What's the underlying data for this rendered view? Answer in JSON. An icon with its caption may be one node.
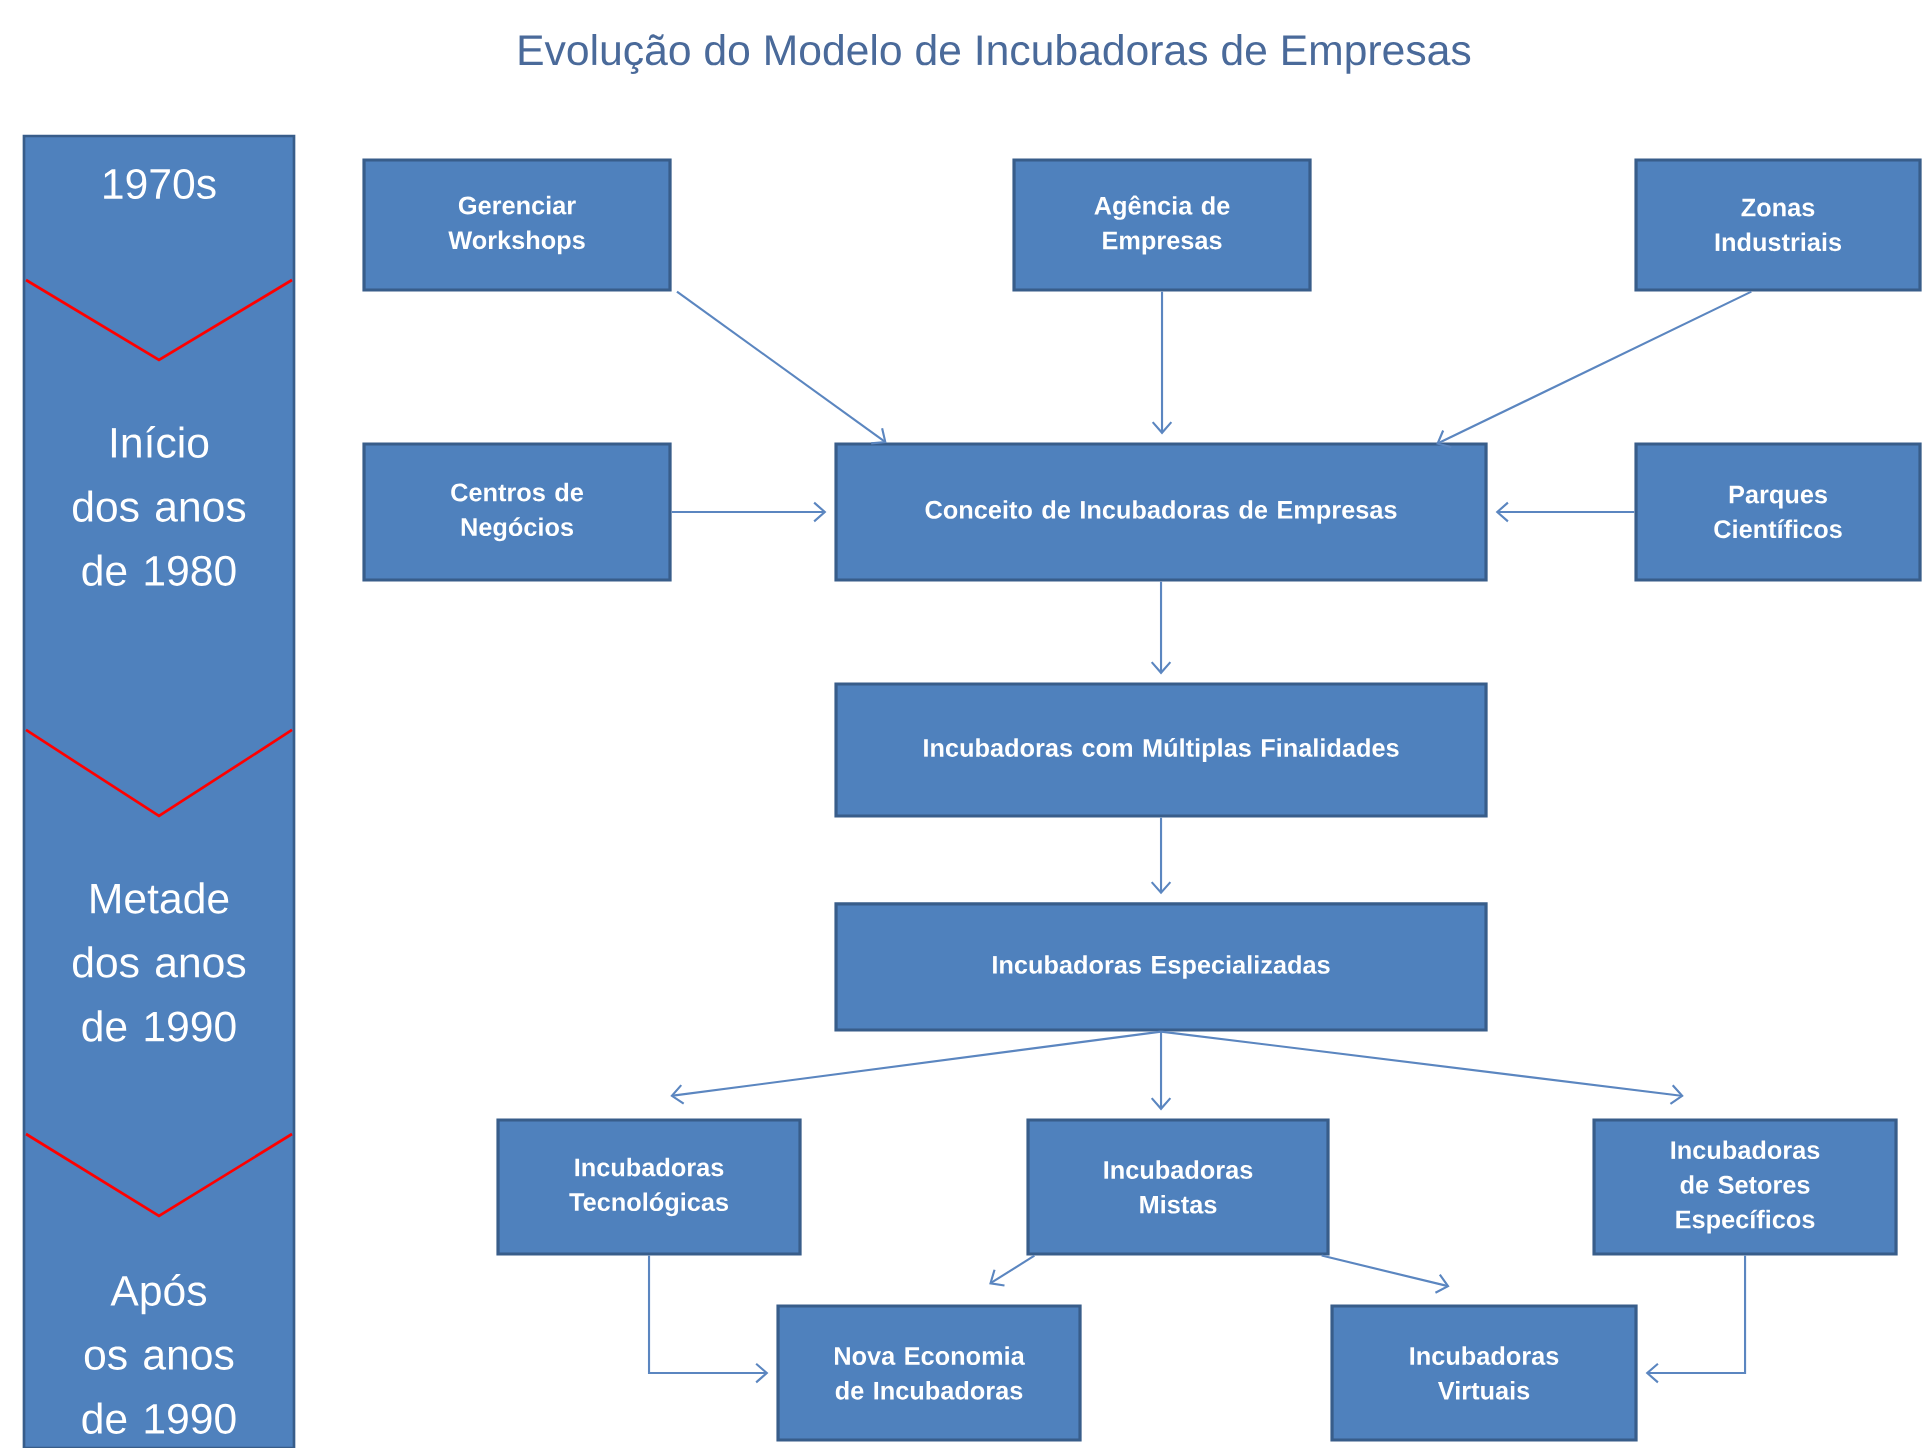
{
  "diagram": {
    "title": "Evolução do Modelo de Incubadoras de Empresas",
    "nodes": [
      {
        "text": [
          "1970s",
          "Início dos anos de 1980",
          "Metade dos anos de 1990",
          "Após os anos de 1990"
        ]
      },
      {
        "text": [
          "Gerenciar Workshops"
        ]
      },
      {
        "text": [
          "Agência de Empresas"
        ]
      },
      {
        "text": [
          "Zonas Industriais"
        ]
      },
      {
        "text": [
          "Centros de Negócios"
        ]
      },
      {
        "text": [
          "Conceito de Incubadoras de Empresas"
        ]
      },
      {
        "text": [
          "Parques Científicos"
        ]
      },
      {
        "text": [
          "Incubadoras com Múltiplas Finalidades"
        ]
      },
      {
        "text": [
          "Incubadoras Especializadas"
        ]
      },
      {
        "text": [
          "Incubadoras Tecnológicas"
        ]
      },
      {
        "text": [
          "Incubadoras Mistas"
        ]
      },
      {
        "text": [
          "Incubadoras de Setores Específicos"
        ]
      },
      {
        "text": [
          "Nova Economia de Incubadoras"
        ]
      },
      {
        "text": [
          "Incubadoras Virtuais"
        ]
      }
    ],
    "edges": [
      {
        "from": 1,
        "to": 5,
        "arrow": "to"
      },
      {
        "from": 2,
        "to": 5,
        "arrow": "to"
      },
      {
        "from": 3,
        "to": 5,
        "arrow": "to"
      },
      {
        "from": 4,
        "to": 5,
        "arrow": "to"
      },
      {
        "from": 6,
        "to": 5,
        "arrow": "to"
      },
      {
        "from": 5,
        "to": 7,
        "arrow": "to"
      },
      {
        "from": 7,
        "to": 8,
        "arrow": "to"
      },
      {
        "from": 8,
        "to": 9,
        "arrow": "to"
      },
      {
        "from": 8,
        "to": 10,
        "arrow": "to"
      },
      {
        "from": 8,
        "to": 11,
        "arrow": "to"
      },
      {
        "from": 10,
        "to": 12,
        "arrow": "to"
      },
      {
        "from": 10,
        "to": 13,
        "arrow": "to"
      },
      {
        "from": 9,
        "to": 12,
        "arrow": "to"
      },
      {
        "from": 11,
        "to": 13,
        "arrow": "to"
      }
    ]
  }
}
